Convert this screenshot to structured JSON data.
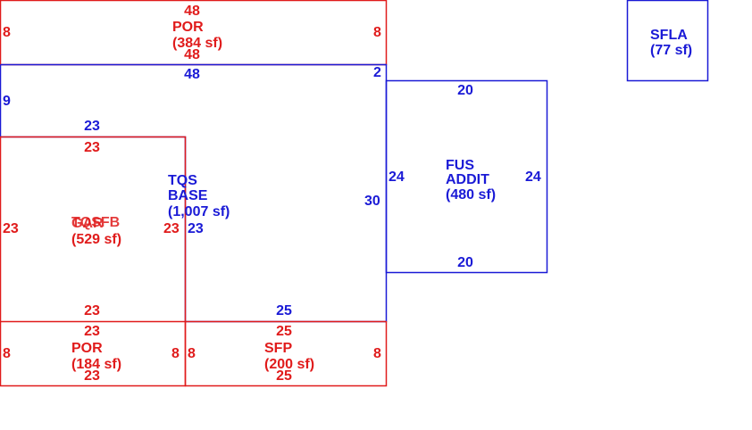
{
  "colors": {
    "blue": "#1a1ad6",
    "red": "#e01b1b"
  },
  "areas": {
    "por_top": {
      "name": "POR",
      "area": "(384 sf)"
    },
    "tqs_base": {
      "name_line1": "TQS",
      "name_line2": "BASE",
      "area": "(1,007 sf)"
    },
    "fus_addit": {
      "name_line1": "FUS",
      "name_line2": "ADDIT",
      "area": "(480 sf)"
    },
    "sfla": {
      "name": "SFLA",
      "area": "(77 sf)"
    },
    "gar_overlap": {
      "name_a": "GAR",
      "name_b": "TQSFB",
      "area": "(529 sf)"
    },
    "por_bottom": {
      "name": "POR",
      "area": "(184 sf)"
    },
    "sfp": {
      "name": "SFP",
      "area": "(200 sf)"
    }
  },
  "dims": {
    "por_top_top": "48",
    "por_top_bottom": "48",
    "por_top_left": "8",
    "por_top_right": "8",
    "base_top": "48",
    "base_notch": "2",
    "base_left": "9",
    "base_inner_top": "23",
    "base_right": "30",
    "base_inner_right": "23",
    "base_bottom": "25",
    "fus_top": "20",
    "fus_left": "24",
    "fus_right": "24",
    "fus_bottom": "20",
    "gar_top": "23",
    "gar_left": "23",
    "gar_right": "23",
    "gar_bottom": "23",
    "porb_top": "23",
    "porb_bottom": "23",
    "porb_left": "8",
    "porb_right": "8",
    "sfp_top": "25",
    "sfp_bottom": "25",
    "sfp_left": "8",
    "sfp_right": "8"
  }
}
